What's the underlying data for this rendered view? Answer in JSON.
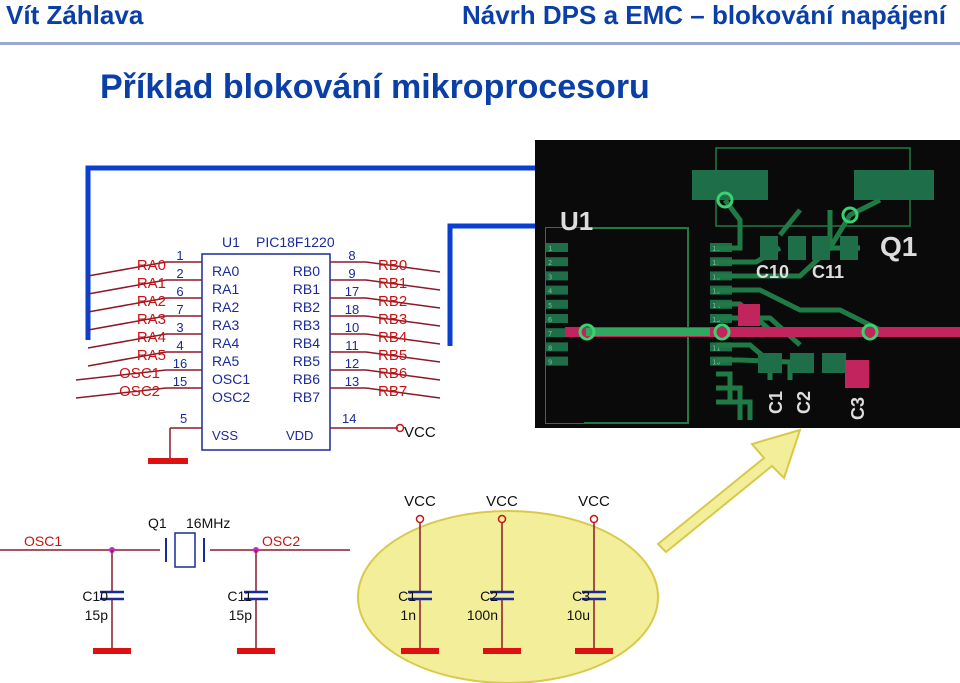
{
  "header": {
    "author": "Vít Záhlava",
    "course": "Návrh DPS a EMC – blokování napájení"
  },
  "slide_title": "Příklad blokování mikroprocesoru",
  "ic": {
    "ref": "U1",
    "part": "PIC18F1220",
    "left_pins": [
      {
        "net": "RA0",
        "num": "1",
        "name": "RA0"
      },
      {
        "net": "RA1",
        "num": "2",
        "name": "RA1"
      },
      {
        "net": "RA2",
        "num": "6",
        "name": "RA2"
      },
      {
        "net": "RA3",
        "num": "7",
        "name": "RA3"
      },
      {
        "net": "RA4",
        "num": "3",
        "name": "RA4"
      },
      {
        "net": "RA5",
        "num": "4",
        "name": "RA5"
      },
      {
        "net": "OSC1",
        "num": "16",
        "name": "OSC1"
      },
      {
        "net": "OSC2",
        "num": "15",
        "name": "OSC2"
      }
    ],
    "right_pins": [
      {
        "net": "RB0",
        "num": "8",
        "name": "RB0"
      },
      {
        "net": "RB1",
        "num": "9",
        "name": "RB1"
      },
      {
        "net": "RB2",
        "num": "17",
        "name": "RB2"
      },
      {
        "net": "RB3",
        "num": "18",
        "name": "RB3"
      },
      {
        "net": "RB4",
        "num": "10",
        "name": "RB4"
      },
      {
        "net": "RB5",
        "num": "11",
        "name": "RB5"
      },
      {
        "net": "RB6",
        "num": "12",
        "name": "RB6"
      },
      {
        "net": "RB7",
        "num": "13",
        "name": "RB7"
      }
    ],
    "vss": {
      "num": "5",
      "name": "VSS"
    },
    "vdd": {
      "num": "14",
      "name": "VDD",
      "net": "VCC"
    }
  },
  "oscillator": {
    "net_in": "OSC1",
    "net_out": "OSC2",
    "crystal_ref": "Q1",
    "crystal_value": "16MHz",
    "caps": [
      {
        "ref": "C10",
        "value": "15p"
      },
      {
        "ref": "C11",
        "value": "15p"
      }
    ]
  },
  "decoupling": [
    {
      "net": "VCC",
      "ref": "C1",
      "value": "1n"
    },
    {
      "net": "VCC",
      "ref": "C2",
      "value": "100n"
    },
    {
      "net": "VCC",
      "ref": "C3",
      "value": "10u"
    }
  ],
  "pcb": {
    "ref": "U1",
    "labels": [
      "Q1",
      "C10",
      "C11",
      "C1",
      "C2",
      "C3"
    ],
    "pad_left": [
      "1",
      "2",
      "3",
      "4",
      "5",
      "6",
      "7",
      "8",
      "9"
    ],
    "pad_right": [
      "18",
      "17",
      "16",
      "15",
      "14",
      "13",
      "12",
      "11",
      "10"
    ]
  },
  "colors": {
    "wire": "#8b1a2a",
    "blue_net": "#0b3fd0",
    "component": "#1a2a9c",
    "net_label": "#c81414",
    "ground": "#dd1111",
    "junction": "#cc22cc",
    "highlight": "#f2ee9a",
    "pcb_bg": "#0a0a0a",
    "pcb_trace": "#1f7a46",
    "pcb_bright": "#3cd070"
  }
}
